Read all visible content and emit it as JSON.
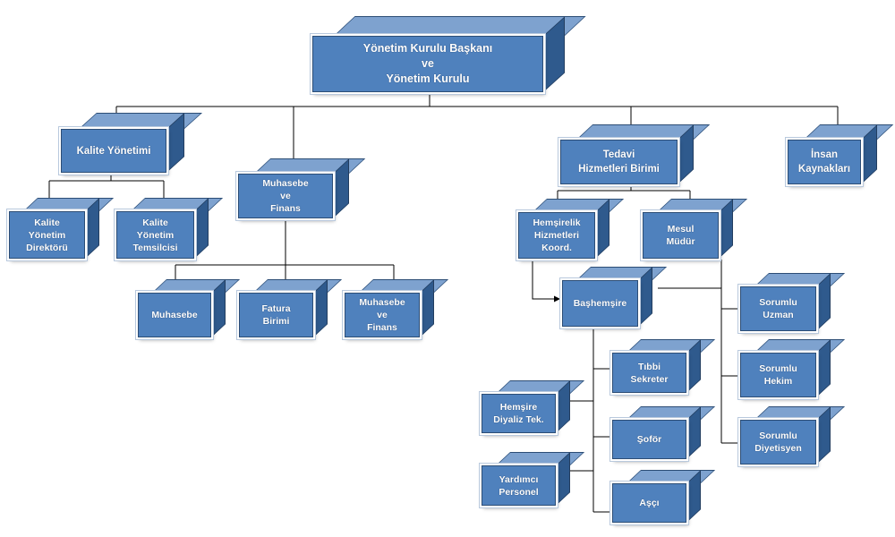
{
  "nodes": {
    "board": "Yönetim Kurulu Başkanı\nve\nYönetim Kurulu",
    "quality_mgmt": "Kalite Yönetimi",
    "quality_director": "Kalite\nYönetim\nDirektörü",
    "quality_rep": "Kalite\nYönetim\nTemsilcisi",
    "accounting_finance": "Muhasebe\nve\nFinans",
    "accounting": "Muhasebe",
    "billing": "Fatura\nBirimi",
    "accounting_finance_sub": "Muhasebe\nve\nFinans",
    "treatment_services": "Tedavi\nHizmetleri Birimi",
    "human_resources": "İnsan\nKaynakları",
    "nursing_coord": "Hemşirelik\nHizmetleri\nKoord.",
    "responsible_manager": "Mesul\nMüdür",
    "head_nurse": "Başhemşire",
    "medical_secretary": "Tıbbi\nSekreter",
    "dialysis_nurse": "Hemşire\nDiyaliz Tek.",
    "driver": "Şoför",
    "assistant_staff": "Yardımcı\nPersonel",
    "cook": "Aşçı",
    "responsible_specialist": "Sorumlu\nUzman",
    "responsible_physician": "Sorumlu\nHekim",
    "responsible_dietitian": "Sorumlu\nDiyetisyen"
  },
  "colors": {
    "box_front": "#4f81bd",
    "box_top": "#7ea2cf",
    "box_side": "#2f5a8d",
    "connector": "#000000"
  }
}
